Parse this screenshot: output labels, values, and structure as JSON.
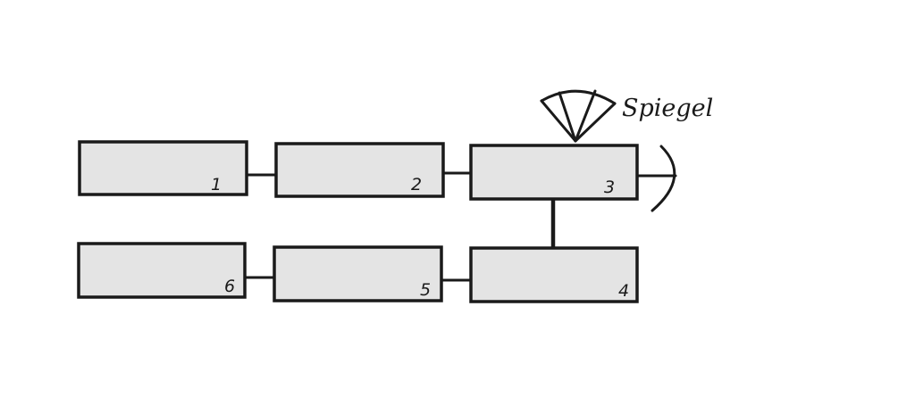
{
  "boxes": [
    {
      "id": "1",
      "label": "1"
    },
    {
      "id": "2",
      "label": "2"
    },
    {
      "id": "3",
      "label": "3"
    },
    {
      "id": "4",
      "label": "4"
    },
    {
      "id": "5",
      "label": "5"
    },
    {
      "id": "6",
      "label": "6"
    }
  ],
  "mirror_label": "Spiegel"
}
